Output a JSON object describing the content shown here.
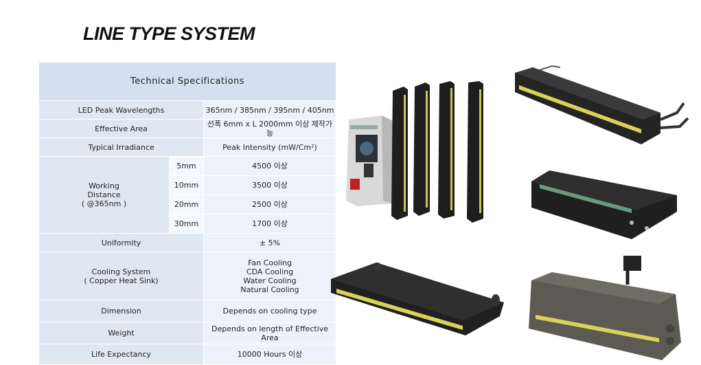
{
  "page": {
    "title": "LINE TYPE SYSTEM"
  },
  "table": {
    "header": "Technical  Specifications",
    "led": {
      "label": "LED Peak Wavelengths",
      "value": "365nm / 385nm / 395nm / 405nm"
    },
    "area": {
      "label": "Effective Area",
      "value": "선폭 6mm x L 2000mm 이상 제작가능"
    },
    "irradiance": {
      "label": "Typical Irradiance",
      "value": "Peak Intensity (mW/Cm²)"
    },
    "working": {
      "label_1": "Working",
      "label_2": "Distance",
      "label_3": "( @365nm )",
      "rows": [
        {
          "distance": "5mm",
          "value": "4500 이상"
        },
        {
          "distance": "10mm",
          "value": "3500 이상"
        },
        {
          "distance": "20mm",
          "value": "2500 이상"
        },
        {
          "distance": "30mm",
          "value": "1700 이상"
        }
      ]
    },
    "uniformity": {
      "label": "Uniformity",
      "value": "± 5%"
    },
    "cooling": {
      "label_1": "Cooling System",
      "label_2": "( Copper Heat Sink)",
      "values": [
        "Fan Cooling",
        "CDA Cooling",
        "Water Cooling",
        "Natural Cooling"
      ]
    },
    "dimension": {
      "label": "Dimension",
      "value": "Depends on cooling type"
    },
    "weight": {
      "label": "Weight",
      "value": "Depends on length of Effective Area"
    },
    "life": {
      "label": "Life Expectancy",
      "value": "10000 Hours 이상"
    }
  },
  "icons": [
    "controller-unit-image",
    "line-bar-vertical-image",
    "line-module-image"
  ],
  "colors": {
    "header_bg": "#d4dff0",
    "label_bg": "#dfe7f3",
    "value_bg": "#edf1f9",
    "led_glow": "#d8d35a",
    "housing": "#2a2a2a"
  }
}
